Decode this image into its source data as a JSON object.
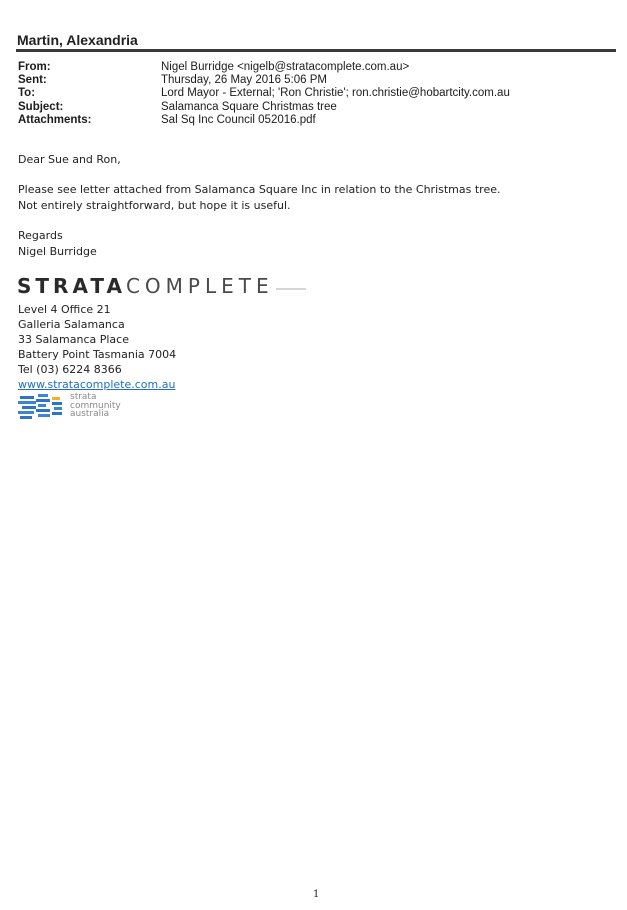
{
  "owner": "Martin, Alexandria",
  "header": [
    {
      "label": "From:",
      "value": "Nigel Burridge <nigelb@stratacomplete.com.au>"
    },
    {
      "label": "Sent:",
      "value": "Thursday, 26 May 2016 5:06 PM"
    },
    {
      "label": "To:",
      "value": "Lord Mayor - External; 'Ron Christie'; ron.christie@hobartcity.com.au"
    },
    {
      "label": "Subject:",
      "value": "Salamanca Square Christmas tree"
    },
    {
      "label": "Attachments:",
      "value": "Sal Sq Inc Council 052016.pdf"
    }
  ],
  "body": {
    "greeting": "Dear Sue and Ron,",
    "line1": "Please see letter attached from Salamanca Square Inc in relation to the Christmas tree.",
    "line2": "Not entirely straightforward, but hope it is useful.",
    "closing": "Regards",
    "name": "Nigel Burridge"
  },
  "logo": {
    "part1": "STRATA",
    "part2": "COMPLETE"
  },
  "signature": {
    "line1": "Level 4 Office 21",
    "line2": "Galleria Salamanca",
    "line3": "33 Salamanca Place",
    "line4": "Battery Point Tasmania 7004",
    "phone": "Tel (03) 6224 8366",
    "website": "www.stratacomplete.com.au"
  },
  "sca": {
    "line1": "strata",
    "line2": "community",
    "line3": "australia"
  },
  "page_number": "1"
}
